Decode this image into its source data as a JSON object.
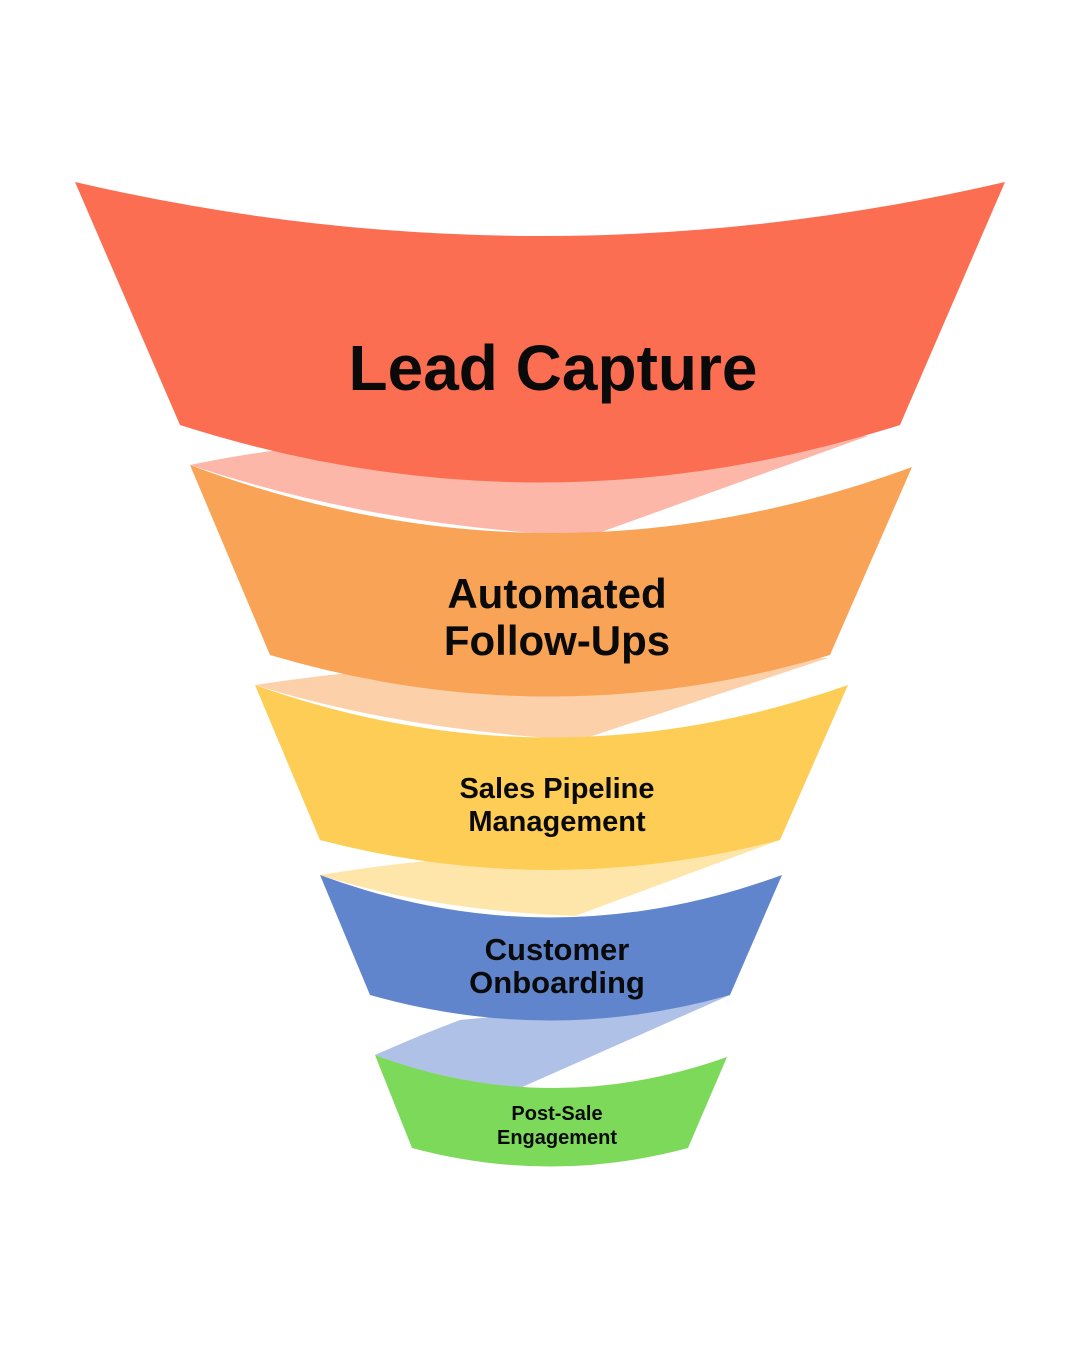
{
  "funnel": {
    "stages": [
      {
        "label_lines": [
          "Lead Capture"
        ],
        "color": "#fb6e52",
        "fold_color": "#fdb7a8"
      },
      {
        "label_lines": [
          "Automated",
          "Follow-Ups"
        ],
        "color": "#f9a356",
        "fold_color": "#fcd1aa"
      },
      {
        "label_lines": [
          "Sales Pipeline",
          "Management"
        ],
        "color": "#fdcd55",
        "fold_color": "#fee6aa"
      },
      {
        "label_lines": [
          "Customer",
          "Onboarding"
        ],
        "color": "#6185cd",
        "fold_color": "#afc1e6"
      },
      {
        "label_lines": [
          "Post-Sale",
          "Engagement"
        ],
        "color": "#7dd95a",
        "fold_color": "#bdecac"
      }
    ]
  }
}
